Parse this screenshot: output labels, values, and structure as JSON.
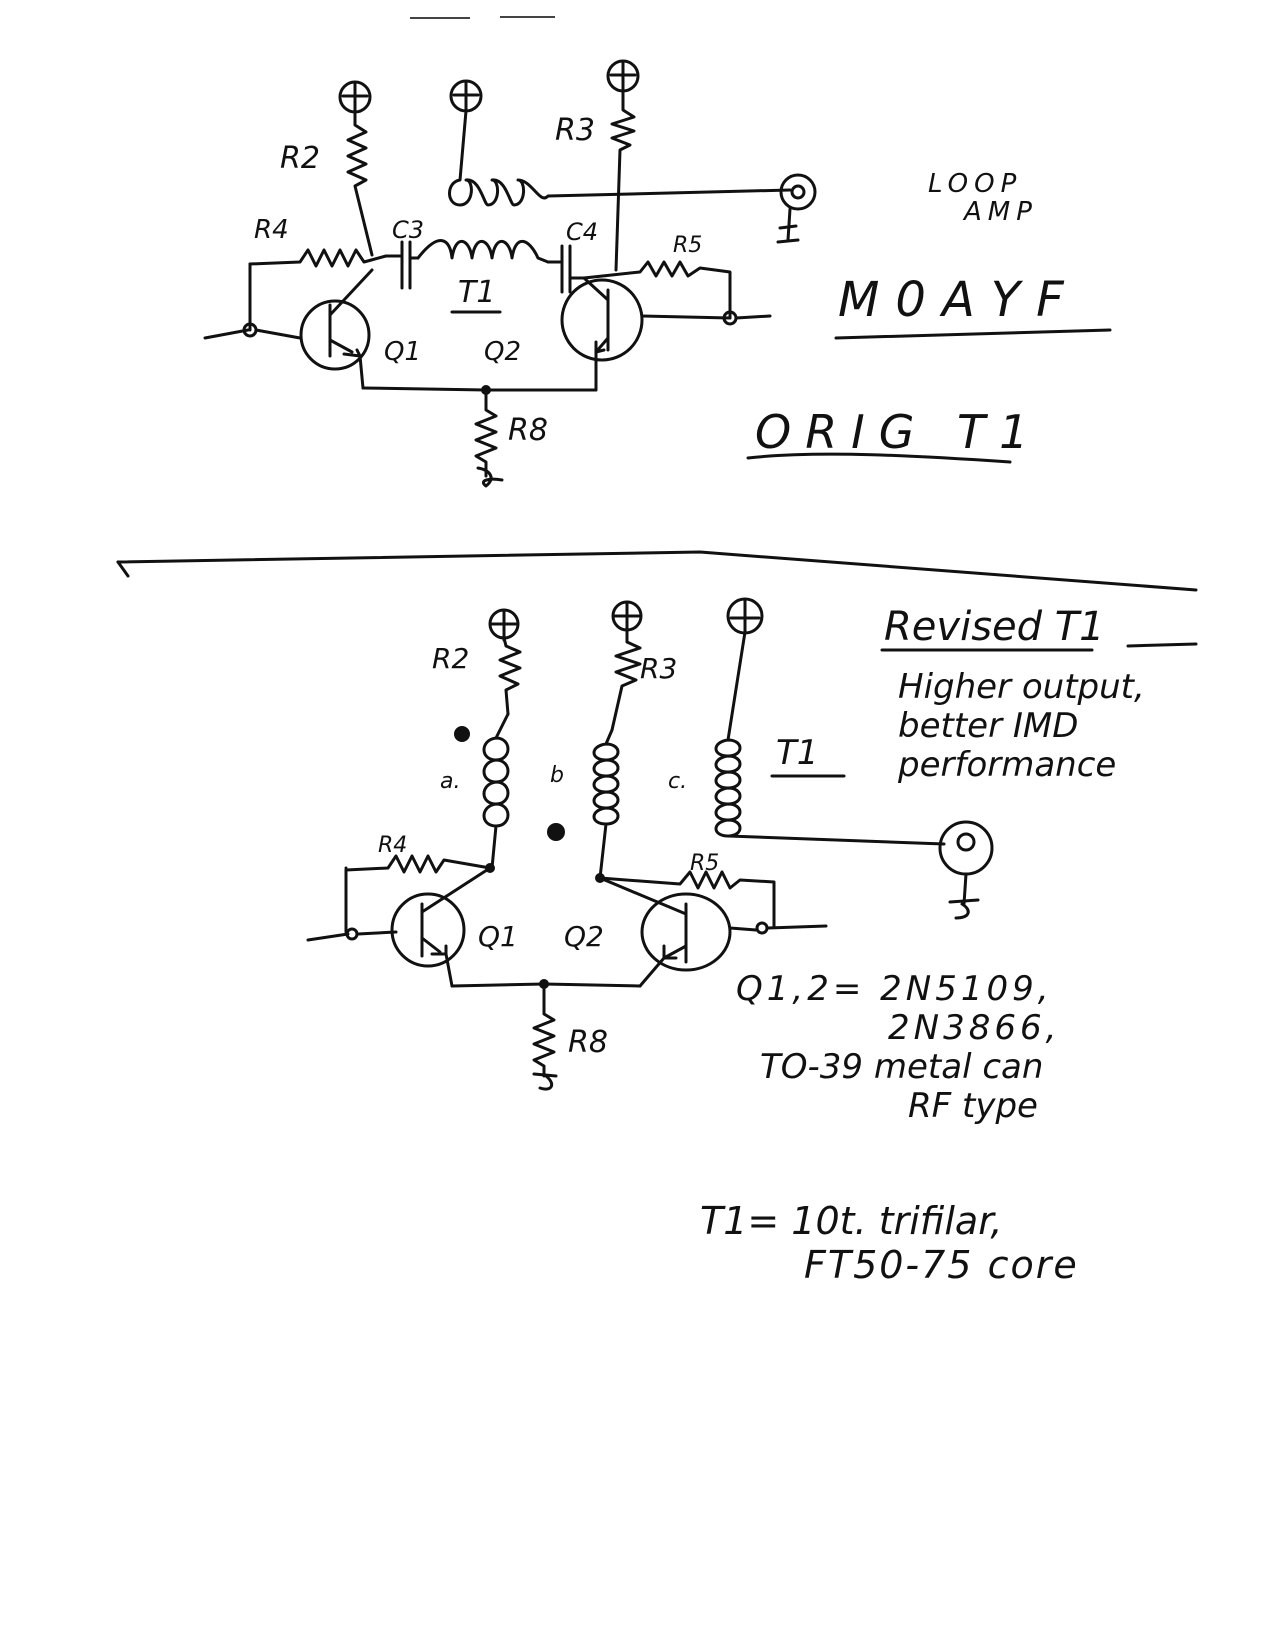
{
  "diagram": {
    "ink_color": "#111111",
    "paper_color": "#ffffff",
    "top": {
      "title_lines": [
        "LOOP",
        "AMP"
      ],
      "callsign": "M0AYF",
      "subtitle": "ORIG T1",
      "labels": {
        "r2": "R2",
        "r3": "R3",
        "r4": "R4",
        "r5": "R5",
        "r8": "R8",
        "c3": "C3",
        "c4": "C4",
        "t1": "T1",
        "q1": "Q1",
        "q2": "Q2"
      }
    },
    "bottom": {
      "heading": "Revised T1",
      "notes": [
        "Higher output,",
        "better IMD",
        "performance"
      ],
      "t1": "T1",
      "windings": {
        "a": "a.",
        "b": "b",
        "c": "c."
      },
      "labels": {
        "r2": "R2",
        "r3": "R3",
        "r4": "R4",
        "r5": "R5",
        "r8": "R8",
        "q1": "Q1",
        "q2": "Q2"
      },
      "parts_notes": [
        "Q1,2= 2N5109,",
        "2N3866,",
        "TO-39 metal can",
        "RF type"
      ],
      "t1_notes": [
        "T1= 10t. trifilar,",
        "FT50-75 core"
      ]
    }
  }
}
